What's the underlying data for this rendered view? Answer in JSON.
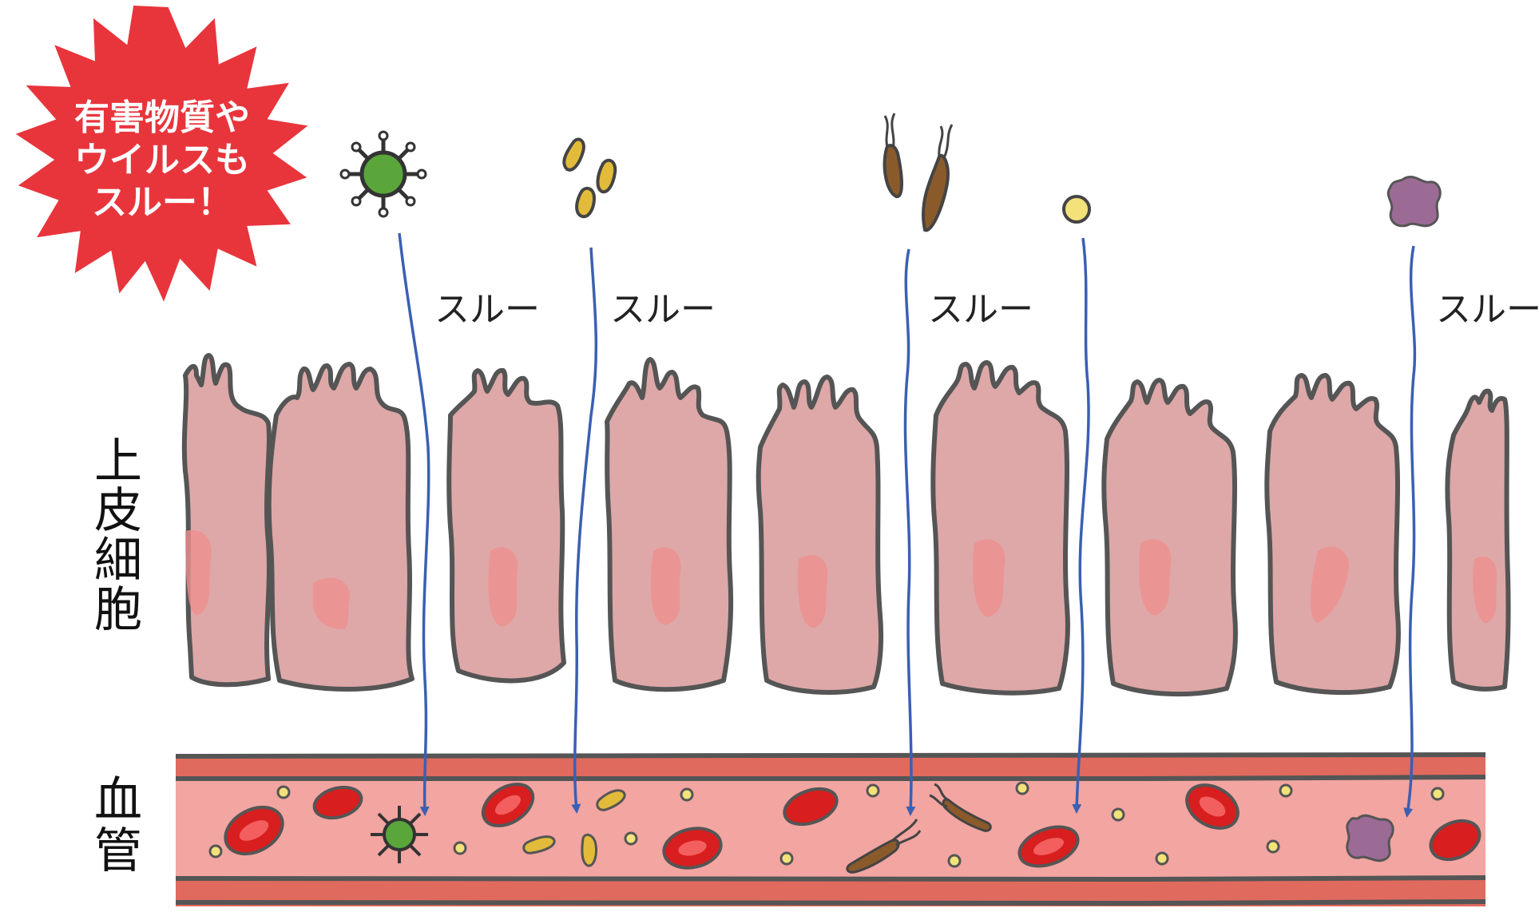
{
  "warning_burst": {
    "lines": [
      "有害物質や",
      "ウイルスも",
      "スルー！"
    ],
    "color": "#e8353c"
  },
  "layers": {
    "epithelium_label": [
      "上",
      "皮",
      "細",
      "胞"
    ],
    "blood_vessel_label": [
      "血",
      "管"
    ]
  },
  "through_label": "スルー",
  "substances": [
    {
      "name": "virus",
      "color": "#5aa63a",
      "labeled": true
    },
    {
      "name": "yellow-bacteria",
      "color": "#e2bb3a",
      "labeled": true
    },
    {
      "name": "brown-bacteria",
      "color": "#8b5a2b",
      "labeled": true
    },
    {
      "name": "yellow-particle",
      "color": "#f3e27a",
      "labeled": false
    },
    {
      "name": "purple-particle",
      "color": "#9b6b95",
      "labeled": true
    }
  ],
  "colors": {
    "cell": "#dea8a8",
    "nucleus": "#ee8f8f",
    "vessel_wall": "#e06a5e",
    "vessel_inner": "#f2a5a1",
    "red_blood_cell": "#d81e1e",
    "arrow": "#3b5fb3"
  }
}
